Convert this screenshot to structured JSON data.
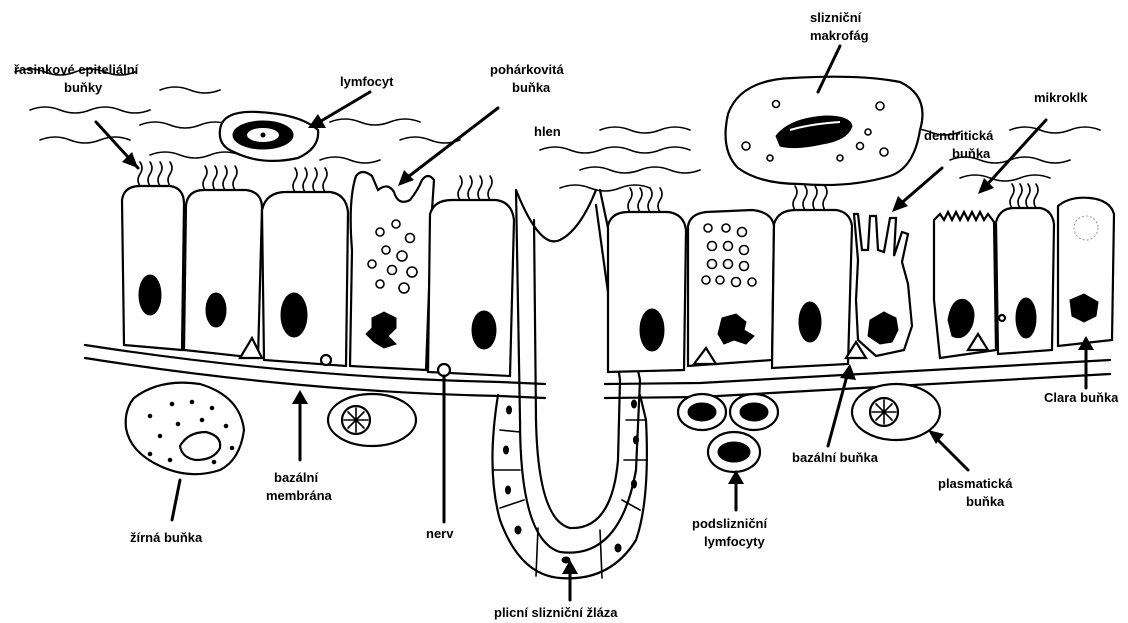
{
  "labels": {
    "ciliated_epithelial_cells_line1": "řasinkové epiteliální",
    "ciliated_epithelial_cells_line2": "buňky",
    "lymphocyte": "lymfocyt",
    "goblet_cell_line1": "pohárkovitá",
    "goblet_cell_line2": "buňka",
    "mucus": "hlen",
    "mucosal_macrophage_line1": "slizniční",
    "mucosal_macrophage_line2": "makrofág",
    "microvillus": "mikroklk",
    "dendritic_cell_line1": "dendritická",
    "dendritic_cell_line2": "buňka",
    "clara_cell": "Clara buňka",
    "basal_membrane_line1": "bazální",
    "basal_membrane_line2": "membrána",
    "mast_cell": "žírná buňka",
    "nerve": "nerv",
    "pulmonary_mucous_gland": "plicní slizniční žláza",
    "submucosal_lymphocytes_line1": "podslizniční",
    "submucosal_lymphocytes_line2": "lymfocyty",
    "basal_cell": "bazální buňka",
    "plasma_cell_line1": "plasmatická",
    "plasma_cell_line2": "buňka"
  },
  "colors": {
    "ink": "#000000",
    "background": "#ffffff"
  }
}
